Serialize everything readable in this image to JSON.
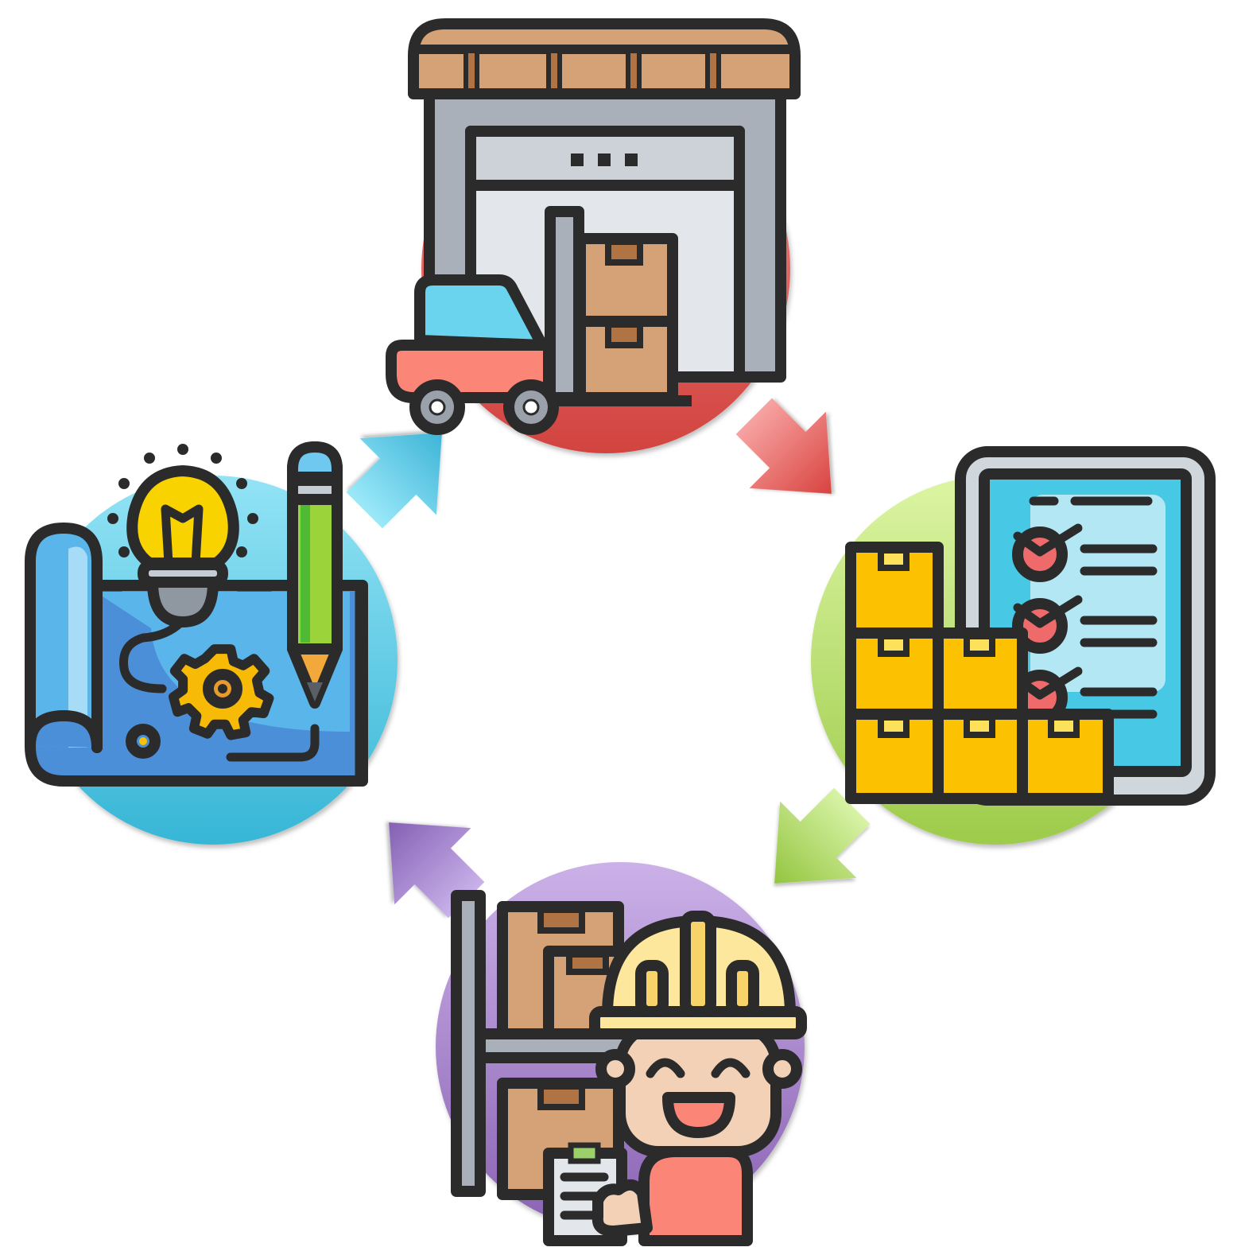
{
  "diagram": {
    "type": "cycle",
    "direction": "clockwise",
    "stages": [
      {
        "id": "warehouse",
        "icon": "warehouse-forklift-icon",
        "circle_color": "#d2433f",
        "circle_color_light": "#ef8a86"
      },
      {
        "id": "checklist",
        "icon": "inventory-checklist-icon",
        "circle_color": "#9dcb4a",
        "circle_color_light": "#dcf5a3"
      },
      {
        "id": "worker",
        "icon": "warehouse-worker-icon",
        "circle_color": "#8a62b3",
        "circle_color_light": "#cbb1e8"
      },
      {
        "id": "blueprint",
        "icon": "blueprint-idea-icon",
        "circle_color": "#37b6d6",
        "circle_color_light": "#93e3f5"
      }
    ],
    "arrows": [
      {
        "from": "warehouse",
        "to": "checklist",
        "color": "#d8433f",
        "color_light": "#f59a99"
      },
      {
        "from": "checklist",
        "to": "worker",
        "color": "#93c540",
        "color_light": "#d8f3a6"
      },
      {
        "from": "worker",
        "to": "blueprint",
        "color": "#8460b4",
        "color_light": "#c9b2ea"
      },
      {
        "from": "blueprint",
        "to": "warehouse",
        "color": "#3db4d7",
        "color_light": "#9be9f9"
      }
    ]
  }
}
